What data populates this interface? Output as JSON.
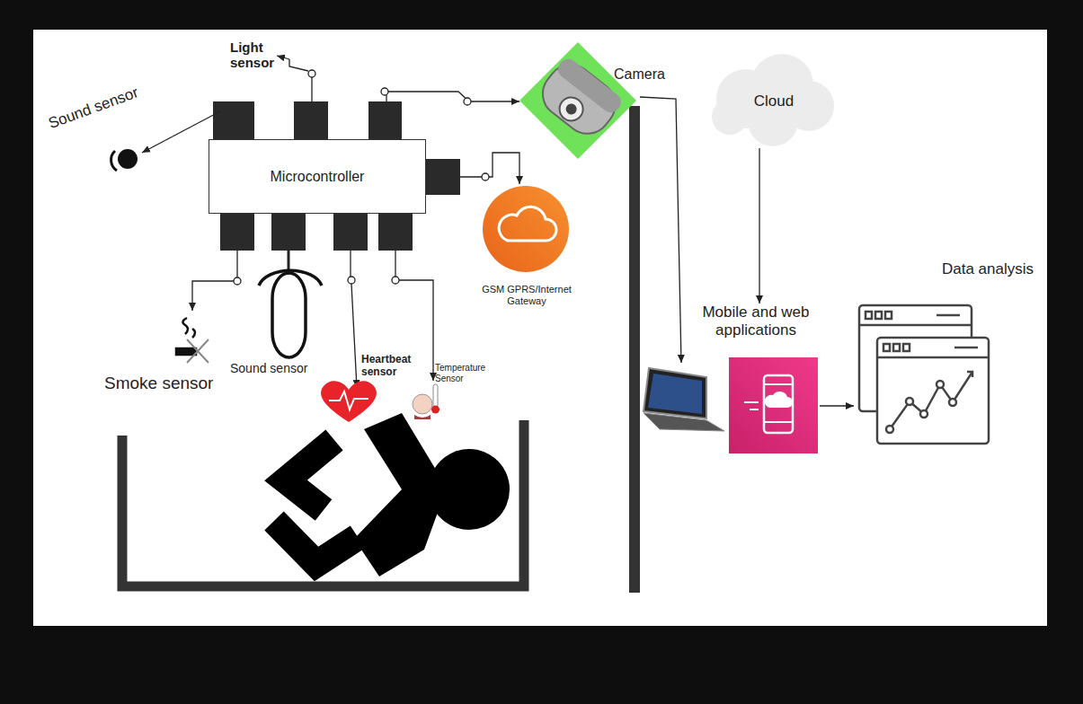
{
  "diagram": {
    "nodes": [
      {
        "text": [
          "Microcontroller"
        ]
      },
      {
        "text": [
          "GSM GPRS/Internet Gateway"
        ]
      },
      {
        "text": [
          "Camera"
        ]
      },
      {
        "text": [
          "Cloud"
        ]
      },
      {
        "text": [
          "Mobile and web applications"
        ]
      },
      {
        "text": [
          "Data analysis"
        ]
      }
    ],
    "edges": [
      {
        "from": 0,
        "to": 2,
        "arrow": "to"
      },
      {
        "from": 0,
        "to": 1,
        "arrow": "to"
      },
      {
        "from": 3,
        "to": 4,
        "arrow": "to"
      },
      {
        "from": 4,
        "to": 5,
        "arrow": "to"
      }
    ],
    "labels": [
      "Light sensor",
      "Sound sensor",
      "Smoke sensor",
      "Sound sensor",
      "Heartbeat sensor",
      "Temperature Sensor"
    ]
  }
}
